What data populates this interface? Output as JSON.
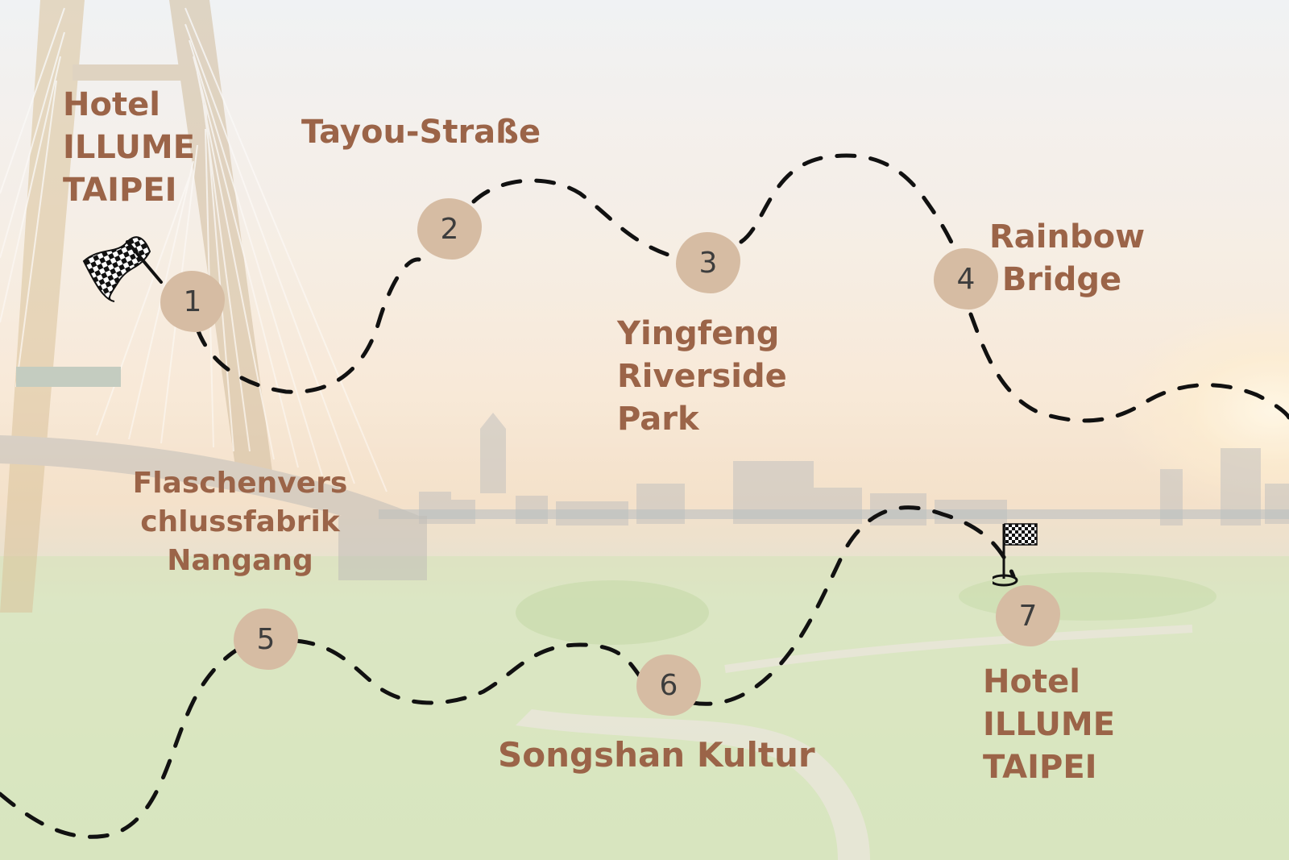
{
  "map": {
    "stops": [
      {
        "number": "1"
      },
      {
        "number": "2"
      },
      {
        "number": "3"
      },
      {
        "number": "4"
      },
      {
        "number": "5"
      },
      {
        "number": "6"
      },
      {
        "number": "7"
      }
    ],
    "labels": {
      "start": [
        "Hotel",
        "ILLUME",
        "TAIPEI"
      ],
      "tayou": [
        "Tayou-Straße"
      ],
      "yingfeng": [
        "Yingfeng",
        "Riverside",
        "Park"
      ],
      "rainbow": [
        "Rainbow",
        "Bridge"
      ],
      "flaschen": [
        "Flaschenvers",
        "chlussfabrik",
        "Nangang"
      ],
      "songshan": [
        "Songshan Kultur"
      ],
      "end": [
        "Hotel",
        "ILLUME",
        "TAIPEI"
      ]
    },
    "icons": {
      "start_flag": "checkered-flag-icon",
      "finish_flag": "finish-flag-icon"
    },
    "colors": {
      "label_text": "#9b6448",
      "stop_marker": "#d6bca3",
      "route_line": "#111111"
    }
  }
}
